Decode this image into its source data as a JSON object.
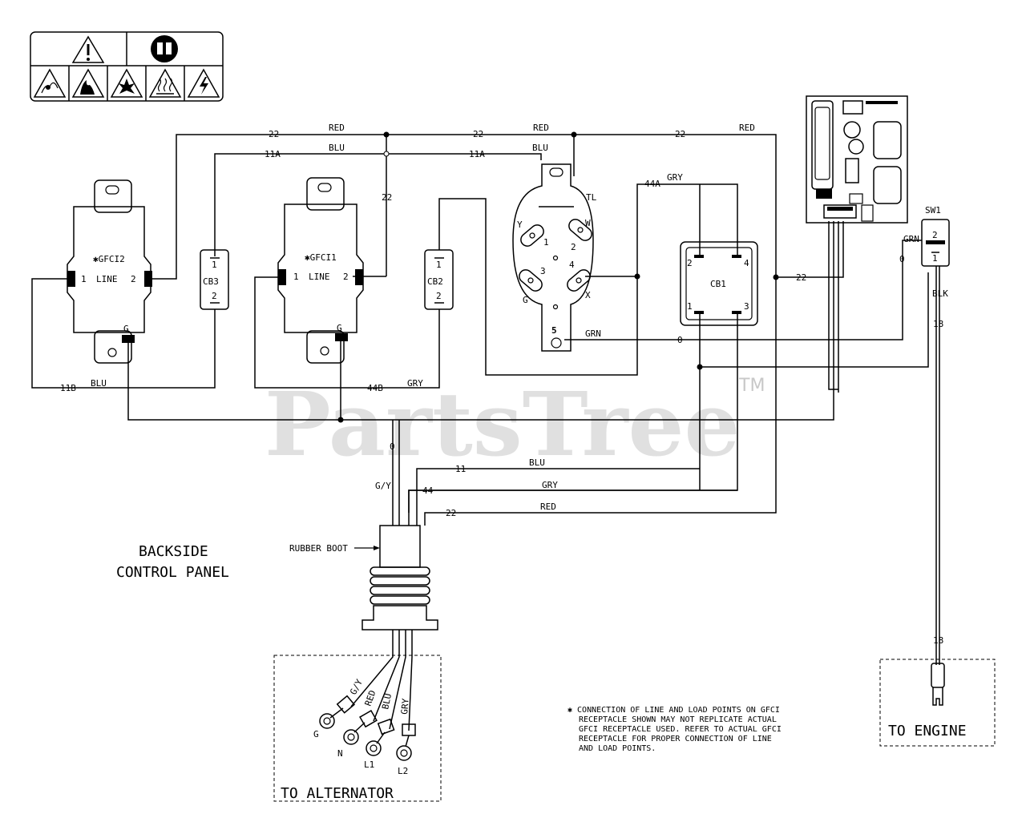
{
  "title": "BACKSIDE",
  "subtitle": "CONTROL PANEL",
  "watermark": "PartsTree",
  "watermark_mark": "TM",
  "components": {
    "gfci2": "✱GFCI2",
    "gfci1": "✱GFCI1",
    "line": "LINE",
    "pin1": "1",
    "pin2": "2",
    "pin3": "3",
    "pin4": "4",
    "pin5": "5",
    "ground": "G",
    "cb1": "CB1",
    "cb2": "CB2",
    "cb3": "CB3",
    "tl": "TL",
    "w": "W",
    "x": "X",
    "y": "Y",
    "sw1": "SW1",
    "rubber_boot": "RUBBER BOOT"
  },
  "wires": {
    "w22": "22",
    "w11a": "11A",
    "w44a": "44A",
    "w44b": "44B",
    "w11b": "11B",
    "w0": "0",
    "w11": "11",
    "w44": "44",
    "w18": "18",
    "red": "RED",
    "blu": "BLU",
    "gry": "GRY",
    "grn": "GRN",
    "blk": "BLK",
    "gy": "G/Y"
  },
  "leads": {
    "g": "G",
    "n": "N",
    "l1": "L1",
    "l2": "L2",
    "gy": "G/Y",
    "red": "RED",
    "blu": "BLU",
    "gry": "GRY"
  },
  "boxes": {
    "alternator": "TO ALTERNATOR",
    "engine": "TO ENGINE"
  },
  "note": {
    "line1": "✱ CONNECTION OF LINE AND LOAD POINTS ON GFCI",
    "line2": "RECEPTACLE SHOWN MAY NOT REPLICATE ACTUAL",
    "line3": "GFCI RECEPTACLE USED. REFER TO ACTUAL GFCI",
    "line4": "RECEPTACLE FOR PROPER CONNECTION OF LINE",
    "line5": "AND LOAD POINTS."
  },
  "icons": {
    "warning": "warning-triangle-icon",
    "manual": "read-manual-icon",
    "fumes": "toxic-fumes-icon",
    "fire": "fire-hazard-icon",
    "explosion": "explosion-hazard-icon",
    "hot": "hot-surface-icon",
    "shock": "electric-shock-icon"
  }
}
